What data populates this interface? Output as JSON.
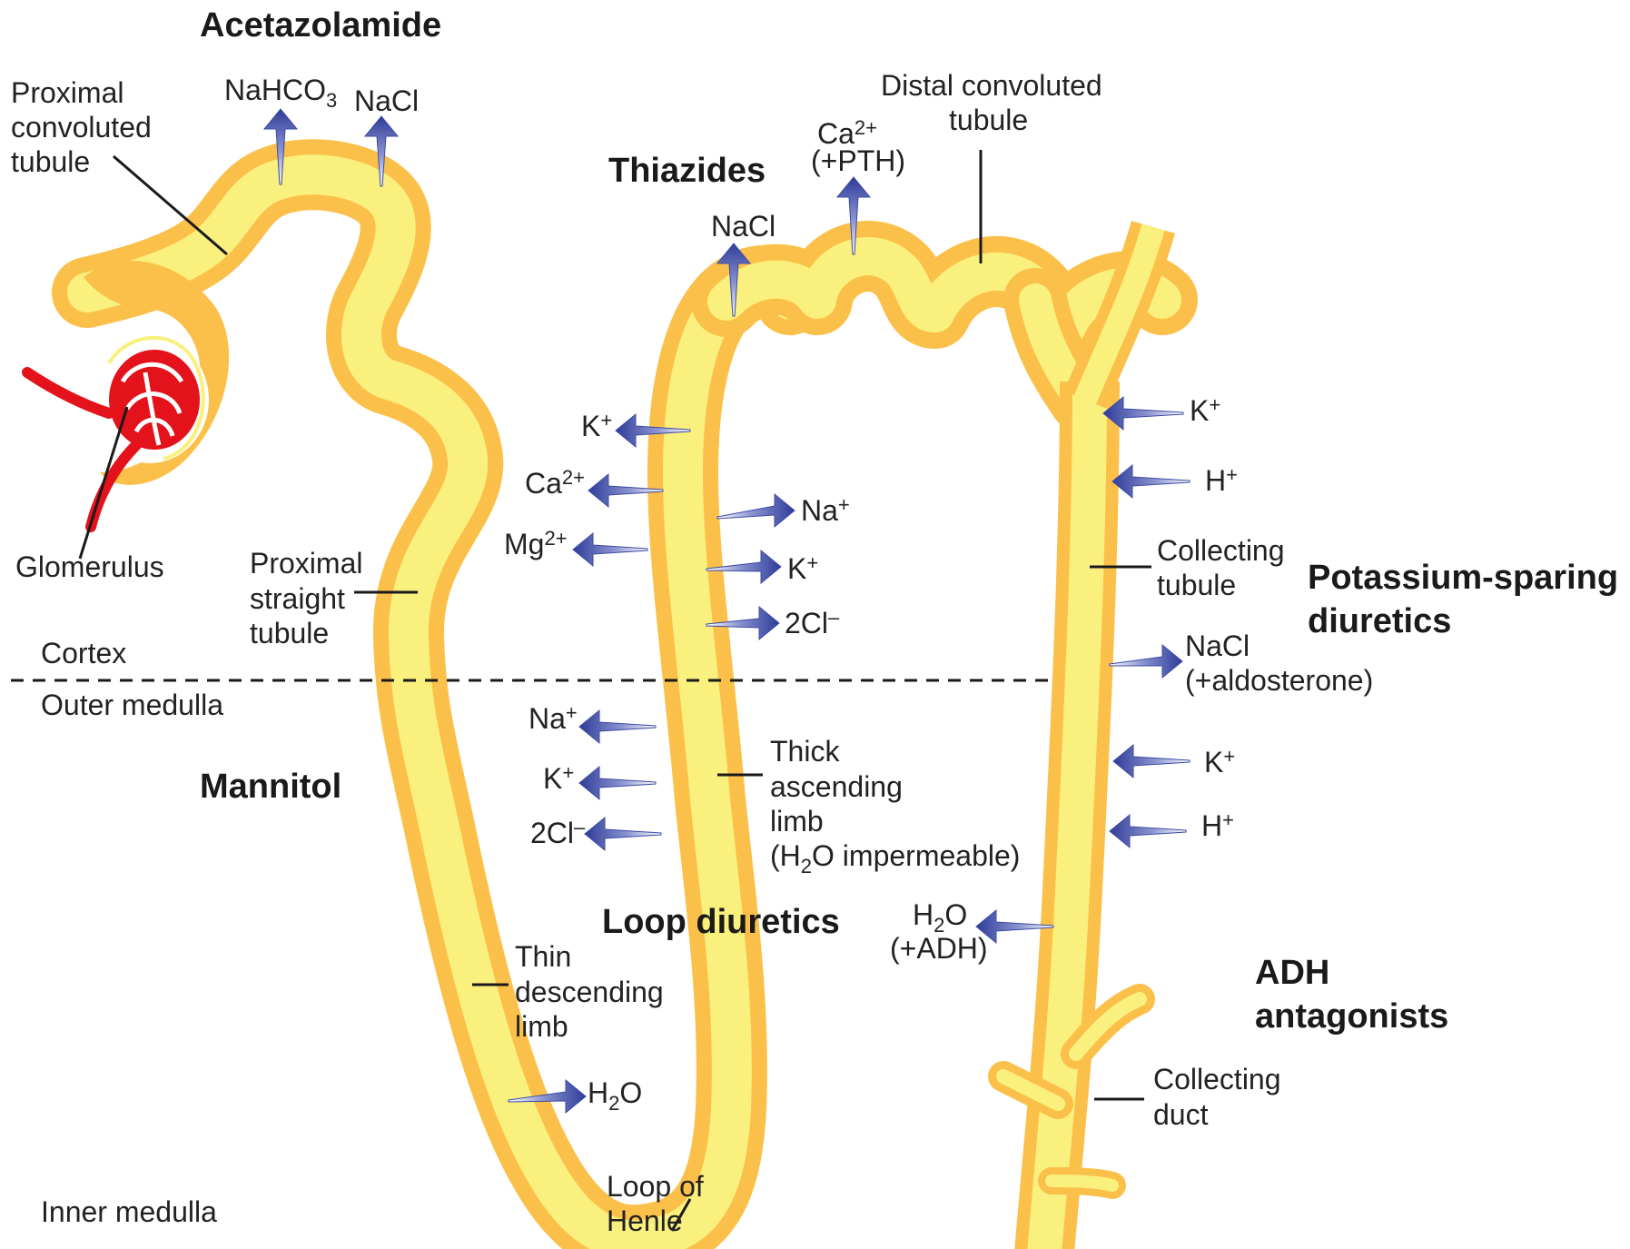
{
  "colors": {
    "tubule_outer": "#FBC04A",
    "tubule_inner": "#FAF07E",
    "arrow": "#3E4BA5",
    "vessel": "#E3121B",
    "text": "#222222"
  },
  "drug_classes": {
    "acetazolamide": "Acetazolamide",
    "thiazides": "Thiazides",
    "mannitol": "Mannitol",
    "loop_diuretics": "Loop diuretics",
    "potassium_sparing_1": "Potassium-sparing",
    "potassium_sparing_2": "diuretics",
    "adh_antagonists_1": "ADH",
    "adh_antagonists_2": "antagonists"
  },
  "zones": {
    "cortex": "Cortex",
    "outer_medulla": "Outer medulla",
    "inner_medulla": "Inner medulla"
  },
  "structures": {
    "pct": [
      "Proximal",
      "convoluted",
      "tubule"
    ],
    "glomerulus": "Glomerulus",
    "pst": [
      "Proximal",
      "straight",
      "tubule"
    ],
    "dct": [
      "Distal convoluted",
      "tubule"
    ],
    "collecting_tubule": [
      "Collecting",
      "tubule"
    ],
    "tal": [
      "Thick",
      "ascending",
      "limb"
    ],
    "tal_note": {
      "pre": "(H",
      "sub": "2",
      "post": "O impermeable)"
    },
    "tdl": [
      "Thin",
      "descending",
      "limb"
    ],
    "loop": [
      "Loop of",
      "Henle"
    ],
    "collecting_duct": [
      "Collecting",
      "duct"
    ]
  },
  "solutes": {
    "pct_nahco3": {
      "pre": "NaHCO",
      "sub": "3"
    },
    "pct_nacl": "NaCl",
    "dct_nacl": "NaCl",
    "dct_ca": {
      "pre": "Ca",
      "sup": "2+"
    },
    "dct_pth": "(+PTH)",
    "tal_out_k": {
      "pre": "K",
      "sup": "+"
    },
    "tal_out_ca": {
      "pre": "Ca",
      "sup": "2+"
    },
    "tal_out_mg": {
      "pre": "Mg",
      "sup": "2+"
    },
    "tal_in_na": {
      "pre": "Na",
      "sup": "+"
    },
    "tal_in_k": {
      "pre": "K",
      "sup": "+"
    },
    "tal_in_cl": {
      "pre": "2Cl",
      "sup": "–"
    },
    "tal_lower_na": {
      "pre": "Na",
      "sup": "+"
    },
    "tal_lower_k": {
      "pre": "K",
      "sup": "+"
    },
    "tal_lower_cl": {
      "pre": "2Cl",
      "sup": "–"
    },
    "tdl_h2o": {
      "pre": "H",
      "sub": "2",
      "post": "O"
    },
    "ct_k1": {
      "pre": "K",
      "sup": "+"
    },
    "ct_h1": {
      "pre": "H",
      "sup": "+"
    },
    "ct_nacl": "NaCl",
    "ct_aldo": "(+aldosterone)",
    "ct_k2": {
      "pre": "K",
      "sup": "+"
    },
    "ct_h2": {
      "pre": "H",
      "sup": "+"
    },
    "cd_h2o": {
      "pre": "H",
      "sub": "2",
      "post": "O"
    },
    "cd_adh": "(+ADH)"
  }
}
